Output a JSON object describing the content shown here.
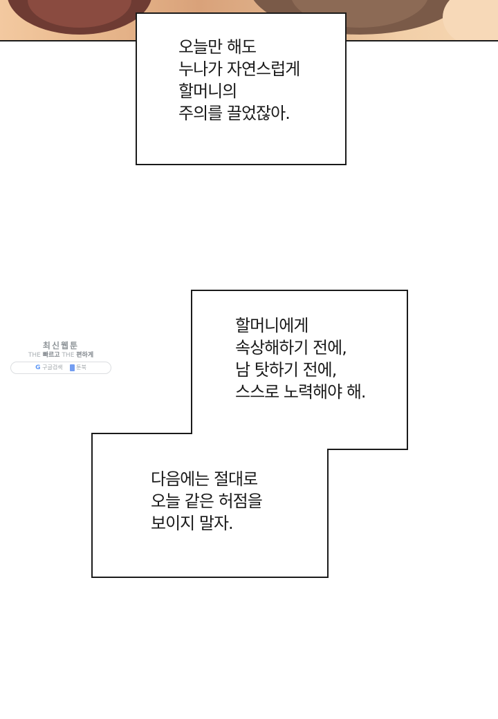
{
  "narration": {
    "box1": [
      "오늘만 해도",
      "누나가 자연스럽게",
      "할머니의",
      "주의를 끌었잖아."
    ],
    "box2": [
      "할머니에게",
      "속상해하기 전에,",
      "남 탓하기 전에,",
      "스스로 노력해야 해."
    ],
    "box3": [
      "다음에는 절대로",
      "오늘 같은 허점을",
      "보이지 말자."
    ]
  },
  "watermark": {
    "title": "최신웹툰",
    "sub_the1": "THE",
    "sub_fast": "빠르고",
    "sub_the2": "THE",
    "sub_easy": "편하게",
    "google_label": "구글검색",
    "brand_label": "툰북"
  },
  "colors": {
    "ink": "#1a1a1a",
    "paper": "#ffffff"
  }
}
